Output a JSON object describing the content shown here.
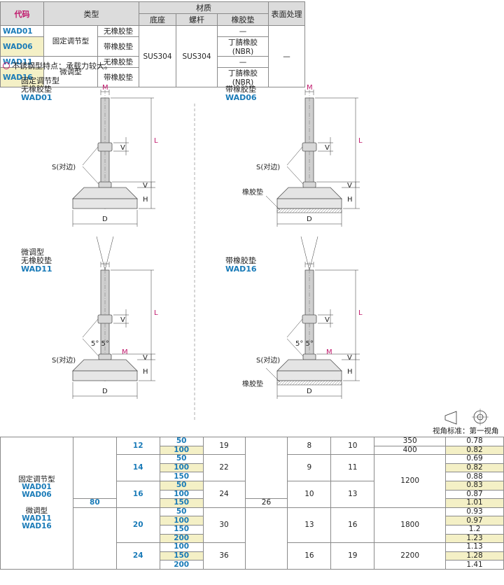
{
  "material_table": {
    "headers": {
      "code": "代码",
      "type": "类型",
      "material": "材质",
      "surface": "表面处理",
      "base": "底座",
      "bolt": "螺杆",
      "pad": "橡胶垫"
    },
    "rows": [
      {
        "code": "WAD01",
        "group": "固定调节型",
        "pad_type": "无橡胶垫",
        "pad": "—"
      },
      {
        "code": "WAD06",
        "group": "",
        "pad_type": "带橡胶垫",
        "pad": "丁腈橡胶(NBR)"
      },
      {
        "code": "WAD11",
        "group": "微调型",
        "pad_type": "无橡胶垫",
        "pad": "—"
      },
      {
        "code": "WAD16",
        "group": "",
        "pad_type": "带橡胶垫",
        "pad": "丁腈橡胶(NBR)"
      }
    ],
    "base_value": "SUS304",
    "bolt_value": "SUS304",
    "surface_value": "—"
  },
  "note": "不锈钢型特点：承载力较大。",
  "drawings": [
    {
      "line1": "固定调节型",
      "line2": "无橡胶垫",
      "code": "WAD01"
    },
    {
      "line1": "",
      "line2": "带橡胶垫",
      "code": "WAD06"
    },
    {
      "line1": "微调型",
      "line2": "无橡胶垫",
      "code": "WAD11"
    },
    {
      "line1": "",
      "line2": "带橡胶垫",
      "code": "WAD16"
    }
  ],
  "dim_labels": {
    "m": "M",
    "l": "L",
    "v": "V",
    "h": "H",
    "d": "D",
    "s": "S(对边)",
    "pad": "橡胶垫",
    "angle": "5° 5°"
  },
  "projection_label": "视角标准：第一视角",
  "data_table": {
    "left_label": {
      "l1": "固定调节型",
      "c1": "WAD01",
      "c2": "WAD06",
      "l2": "微调型",
      "c3": "WAD11",
      "c4": "WAD16"
    },
    "d_value": "80",
    "h_value": "26",
    "groups": [
      {
        "m": "12",
        "s": "19",
        "v": "8",
        "w": "10",
        "rows": [
          {
            "l": "50",
            "load": "350",
            "wt": "0.78"
          },
          {
            "l": "100",
            "load": "400",
            "wt": "0.82"
          }
        ]
      },
      {
        "m": "14",
        "s": "22",
        "v": "9",
        "w": "11",
        "rows": [
          {
            "l": "50",
            "wt": "0.69"
          },
          {
            "l": "100",
            "wt": "0.82"
          },
          {
            "l": "150",
            "wt": "0.88"
          }
        ]
      },
      {
        "m": "16",
        "s": "24",
        "v": "10",
        "w": "13",
        "rows": [
          {
            "l": "50",
            "wt": "0.83"
          },
          {
            "l": "100",
            "wt": "0.87"
          },
          {
            "l": "150",
            "wt": "1.01"
          }
        ]
      },
      {
        "m": "20",
        "s": "30",
        "v": "13",
        "w": "16",
        "rows": [
          {
            "l": "50",
            "wt": "0.93"
          },
          {
            "l": "100",
            "wt": "0.97"
          },
          {
            "l": "150",
            "wt": "1.2"
          },
          {
            "l": "200",
            "wt": "1.23"
          }
        ]
      },
      {
        "m": "24",
        "s": "36",
        "v": "16",
        "w": "19",
        "rows": [
          {
            "l": "100",
            "wt": "1.13"
          },
          {
            "l": "150",
            "wt": "1.28"
          },
          {
            "l": "200",
            "wt": "1.41"
          }
        ]
      }
    ],
    "load_1200": "1200",
    "load_1800": "1800",
    "load_2200": "2200"
  }
}
